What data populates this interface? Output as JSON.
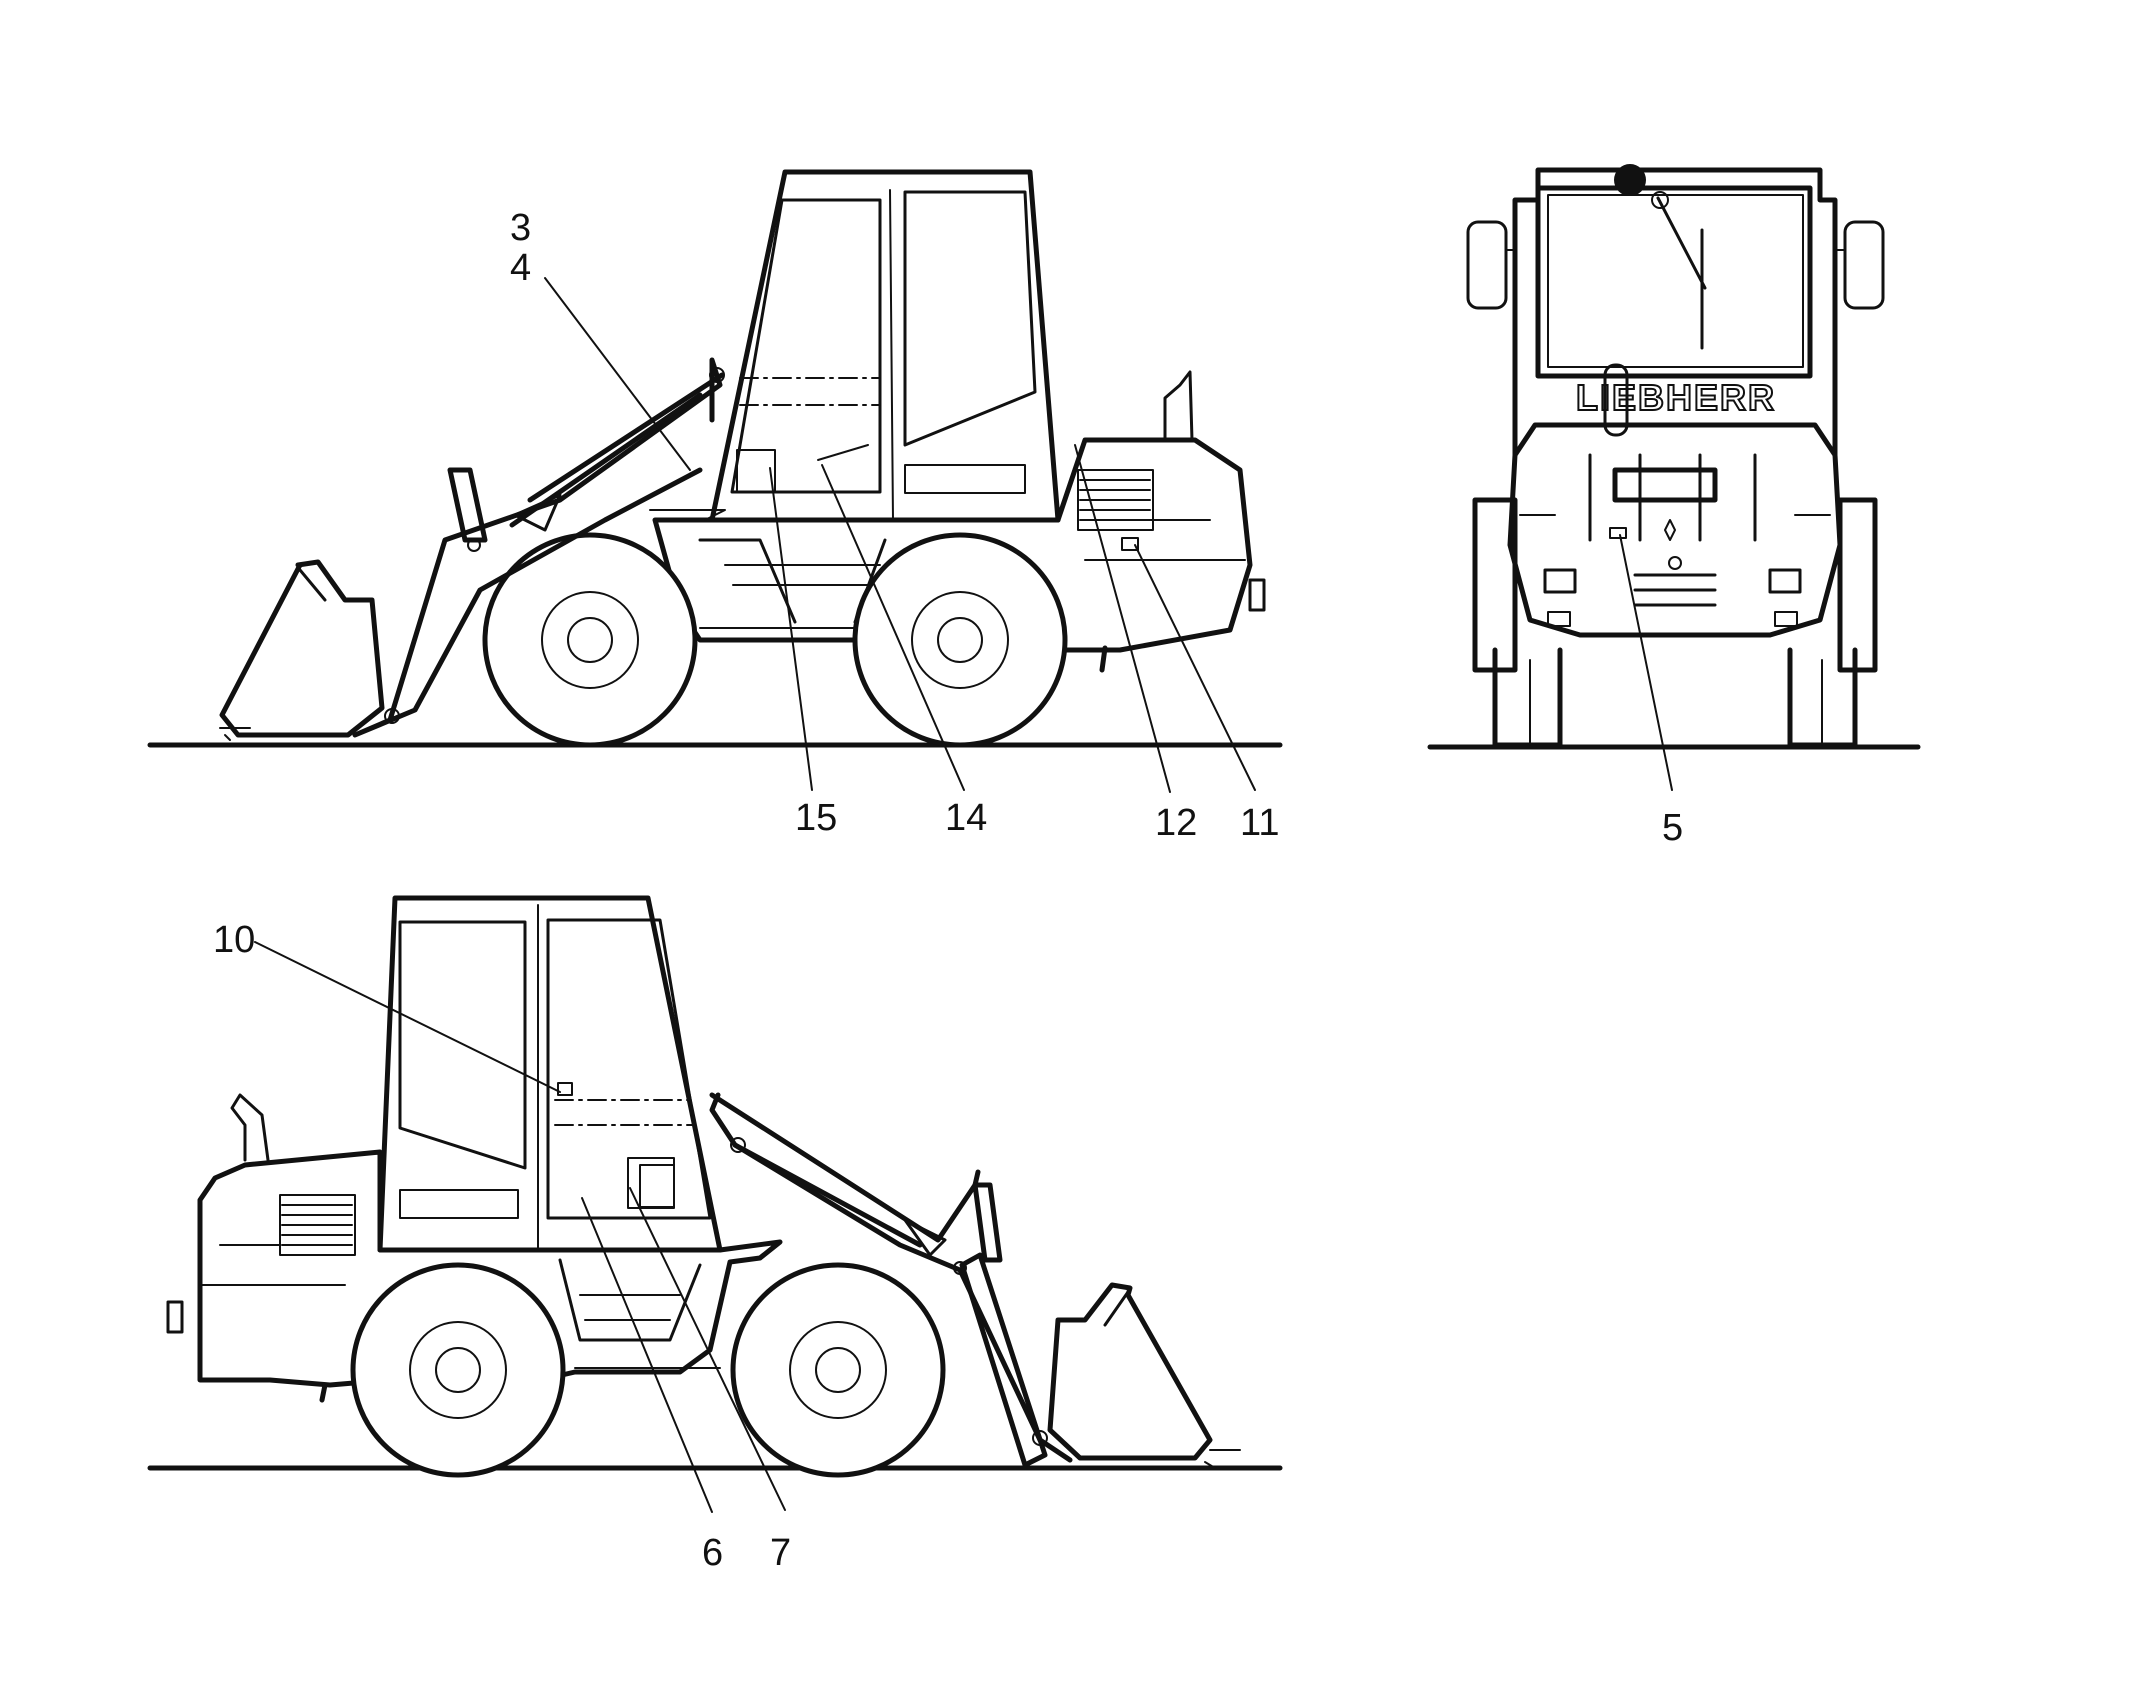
{
  "diagram": {
    "brand_mark": "LIEBHERR",
    "callouts_side_right": [
      "3",
      "4",
      "15",
      "14",
      "12",
      "11"
    ],
    "callouts_front": [
      "5"
    ],
    "callouts_side_left": [
      "10",
      "6",
      "7"
    ],
    "colors": {
      "line": "#111111",
      "background": "#ffffff"
    }
  }
}
